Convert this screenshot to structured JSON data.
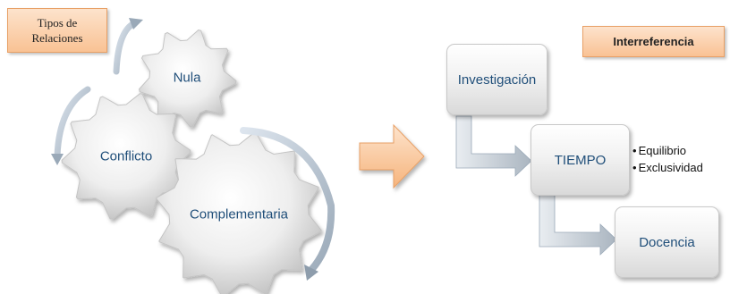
{
  "left": {
    "label_box": {
      "line1": "Tipos de",
      "line2": "Relaciones"
    },
    "gears": [
      {
        "label": "Nula"
      },
      {
        "label": "Conflicto"
      },
      {
        "label": "Complementaria"
      }
    ]
  },
  "right": {
    "header": "Interreferencia",
    "steps": [
      {
        "label": "Investigación"
      },
      {
        "label": "TIEMPO"
      },
      {
        "label": "Docencia"
      }
    ],
    "bullets": [
      "Equilibrio",
      "Exclusividad"
    ]
  },
  "colors": {
    "text_blue": "#1f4e79",
    "orange": "#f9c294",
    "arrow_gray": "#b9c4cf"
  }
}
